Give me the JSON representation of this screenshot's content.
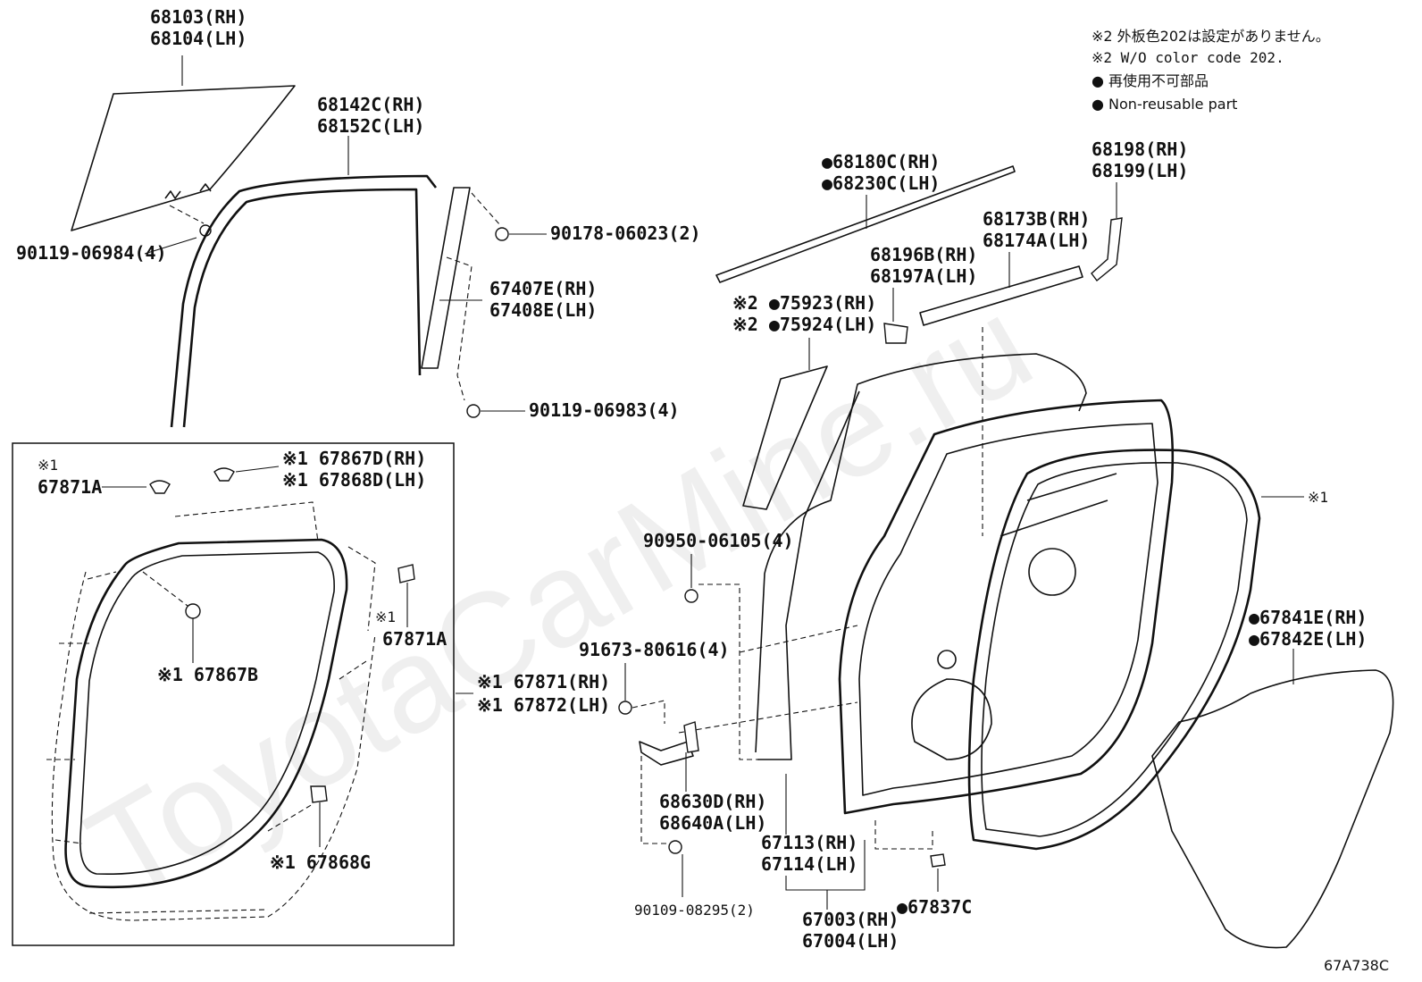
{
  "watermark": "ToyotaCarMine.ru",
  "notes": {
    "n1": "※2 外板色202は設定がありません。",
    "n2": "※2 W/O color code 202.",
    "n3": "● 再使用不可部品",
    "n4": "● Non-reusable part"
  },
  "labels": {
    "p68103": "68103(RH)",
    "p68104": "68104(LH)",
    "p68142C": "68142C(RH)",
    "p68152C": "68152C(LH)",
    "p90178": "90178-06023(2)",
    "p90119a": "90119-06984(4)",
    "p67407E": "67407E(RH)",
    "p67408E": "67408E(LH)",
    "p90119b": "90119-06983(4)",
    "p68180C": "●68180C(RH)",
    "p68230C": "●68230C(LH)",
    "p68198": "68198(RH)",
    "p68199": "68199(LH)",
    "p68173B": "68173B(RH)",
    "p68174A": "68174A(LH)",
    "p68196B": "68196B(RH)",
    "p68197A": "68197A(LH)",
    "p75923": "※2 ●75923(RH)",
    "p75924": "※2 ●75924(LH)",
    "p67867D": "※1 67867D(RH)",
    "p67868D": "※1 67868D(LH)",
    "p67871A_1_note": "※1",
    "p67871A_1": "67871A",
    "p67871A_2_note": "※1",
    "p67871A_2": "67871A",
    "p67867B": "※1 67867B",
    "p67871": "※1 67871(RH)",
    "p67872": "※1 67872(LH)",
    "p67868G": "※1 67868G",
    "p90950": "90950-06105(4)",
    "p91673": "91673-80616(4)",
    "p68630D": "68630D(RH)",
    "p68640A": "68640A(LH)",
    "p90109": "90109-08295(2)",
    "p67113": "67113(RH)",
    "p67114": "67114(LH)",
    "p67003": "67003(RH)",
    "p67004": "67004(LH)",
    "p67837C": "●67837C",
    "p_s1": "※1",
    "p67841E": "●67841E(RH)",
    "p67842E": "●67842E(LH)",
    "code": "67A738C"
  }
}
